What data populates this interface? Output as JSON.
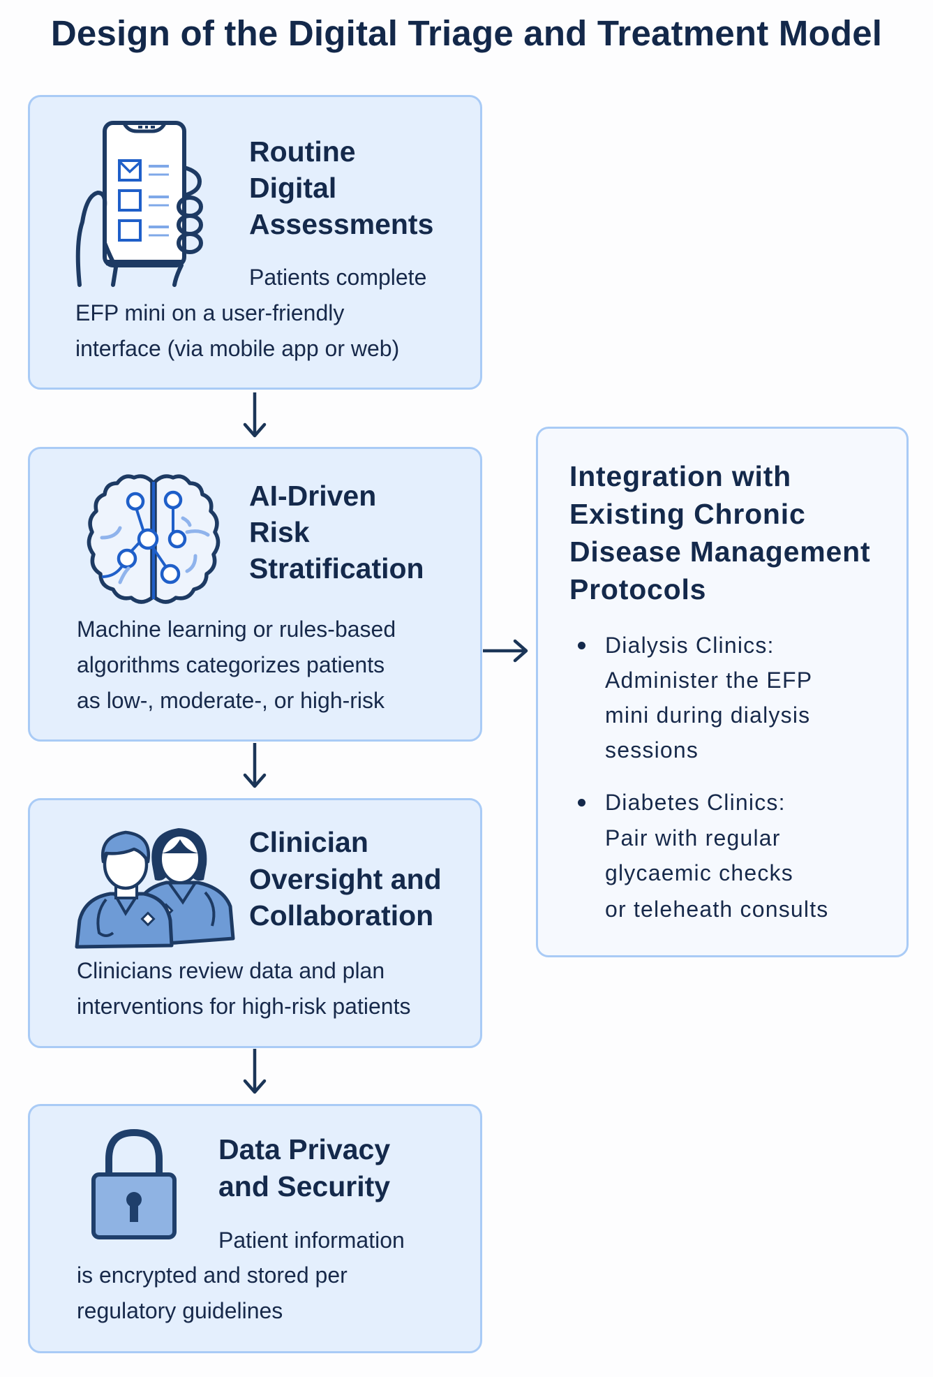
{
  "title": "Design of the Digital Triage and Treatment Model",
  "colors": {
    "text": "#13284a",
    "box_fill": "#e4effd",
    "box_border": "#a9cbf6",
    "side_box_fill": "#f6f9fe",
    "icon_dark": "#1d3a63",
    "icon_blue": "#1f5fc9",
    "icon_light_blue": "#8fb3e3",
    "arrow": "#1b3557"
  },
  "steps": [
    {
      "icon": "phone-checklist-icon",
      "heading_lines": [
        "Routine",
        "Digital",
        "Assessments"
      ],
      "body_lines": [
        "Patients complete",
        "EFP mini on a user-friendly",
        "interface (via mobile app or web)"
      ]
    },
    {
      "icon": "brain-network-icon",
      "heading_lines": [
        "AI-Driven",
        "Risk",
        "Stratification"
      ],
      "body_lines": [
        "Machine learning or rules-based",
        "algorithms categorizes patients",
        "as low-, moderate-, or high-risk"
      ]
    },
    {
      "icon": "clinicians-icon",
      "heading_lines": [
        "Clinician",
        "Oversight and",
        "Collaboration"
      ],
      "body_lines": [
        "Clinicians review data and plan",
        "interventions for high-risk patients"
      ]
    },
    {
      "icon": "padlock-icon",
      "heading_lines": [
        "Data Privacy",
        "and Security"
      ],
      "body_lines": [
        "Patient information",
        "is encrypted and stored per",
        "regulatory guidelines"
      ]
    }
  ],
  "integration": {
    "heading_lines": [
      "Integration with",
      "Existing Chronic",
      "Disease Management",
      "Protocols"
    ],
    "bullets": [
      {
        "lines": [
          "Dialysis Clinics:",
          "Administer the EFP",
          "mini during dialysis",
          "sessions"
        ]
      },
      {
        "lines": [
          "Diabetes Clinics:",
          "Pair with regular",
          "glycaemic checks",
          "or teleheath consults"
        ]
      }
    ]
  },
  "connectors": [
    {
      "from": "Routine Digital Assessments",
      "to": "AI-Driven Risk Stratification",
      "direction": "down"
    },
    {
      "from": "AI-Driven Risk Stratification",
      "to": "Clinician Oversight and Collaboration",
      "direction": "down"
    },
    {
      "from": "Clinician Oversight and Collaboration",
      "to": "Data Privacy and Security",
      "direction": "down"
    },
    {
      "from": "AI-Driven Risk Stratification",
      "to": "Integration with Existing Chronic Disease Management Protocols",
      "direction": "right"
    }
  ]
}
